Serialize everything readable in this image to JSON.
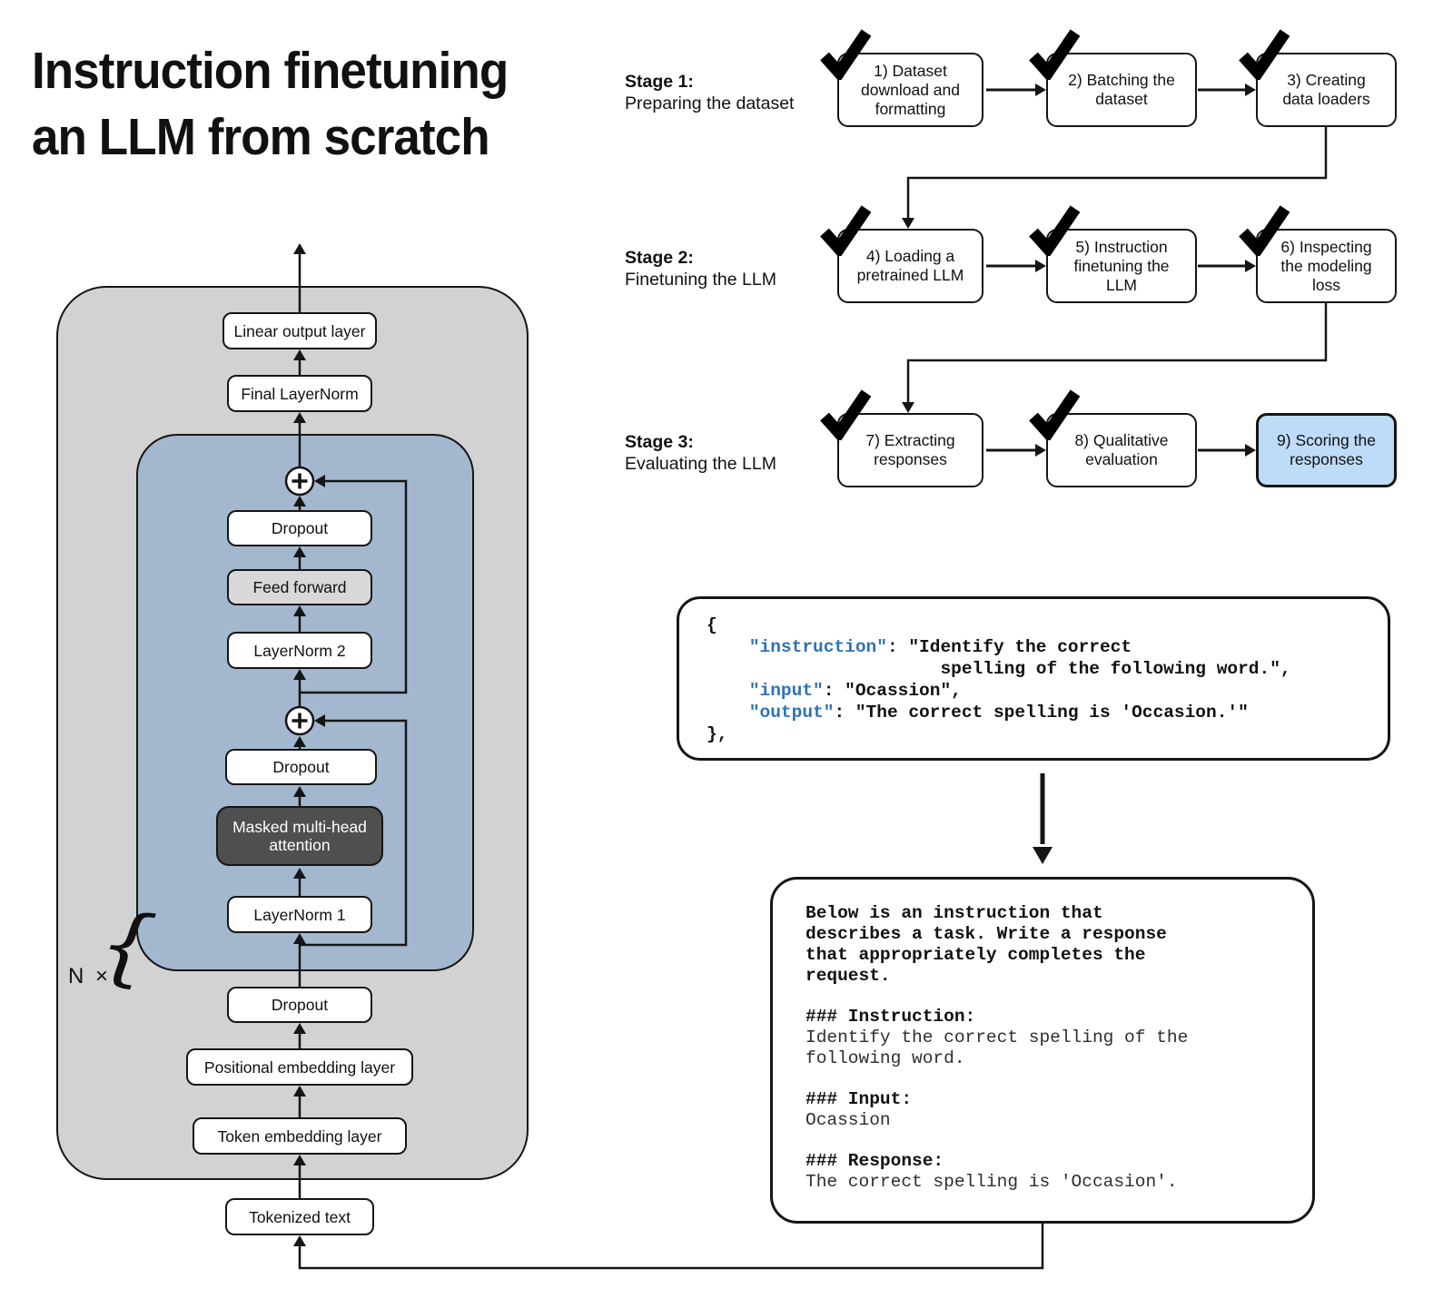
{
  "title": {
    "line1": "Instruction finetuning",
    "line2": "an LLM from scratch"
  },
  "stages": [
    {
      "label": "Stage 1:",
      "sublabel": "Preparing the dataset"
    },
    {
      "label": "Stage 2:",
      "sublabel": "Finetuning the LLM"
    },
    {
      "label": "Stage 3:",
      "sublabel": "Evaluating the LLM"
    }
  ],
  "flow_boxes": [
    {
      "label": "1) Dataset\ndownload and\nformatting",
      "checked": true,
      "highlighted": false
    },
    {
      "label": "2) Batching the\ndataset",
      "checked": true,
      "highlighted": false
    },
    {
      "label": "3) Creating\ndata loaders",
      "checked": true,
      "highlighted": false
    },
    {
      "label": "4) Loading a\npretrained LLM",
      "checked": true,
      "highlighted": false
    },
    {
      "label": "5) Instruction\nfinetuning the\nLLM",
      "checked": true,
      "highlighted": false
    },
    {
      "label": "6) Inspecting\nthe modeling\nloss",
      "checked": true,
      "highlighted": false
    },
    {
      "label": "7) Extracting\nresponses",
      "checked": true,
      "highlighted": false
    },
    {
      "label": "8) Qualitative\nevaluation",
      "checked": true,
      "highlighted": false
    },
    {
      "label": "9) Scoring the\nresponses",
      "checked": false,
      "highlighted": true
    }
  ],
  "architecture": {
    "boxes": {
      "linear_output": "Linear output layer",
      "final_layernorm": "Final LayerNorm",
      "dropout_top": "Dropout",
      "feed_forward": "Feed forward",
      "layernorm_2": "LayerNorm 2",
      "dropout_mid": "Dropout",
      "masked_attention": "Masked multi-head\nattention",
      "layernorm_1": "LayerNorm 1",
      "dropout_bottom": "Dropout",
      "positional_embedding": "Positional embedding layer",
      "token_embedding": "Token embedding layer",
      "tokenized_text": "Tokenized text"
    },
    "repeat_label": "N ×",
    "brace": "{",
    "plus": "+"
  },
  "json_example": {
    "line_open": "{",
    "indent": "    ",
    "instruction_key": "\"instruction\"",
    "instruction_value_1": ": \"Identify the correct",
    "instruction_value_2": "                      spelling of the following word.\",",
    "input_key": "\"input\"",
    "input_value": ": \"Ocassion\",",
    "output_key": "\"output\"",
    "output_value": ": \"The correct spelling is 'Occasion.'\"",
    "line_close": "},"
  },
  "prompt_example": {
    "intro": "Below is an instruction that\ndescribes a task. Write a response\nthat appropriately completes the\nrequest.",
    "instruction_header": "### Instruction:",
    "instruction_text": "Identify the correct spelling of the\nfollowing word.",
    "input_header": "### Input:",
    "input_text": "Ocassion",
    "response_header": "### Response:",
    "response_text": "The correct spelling is 'Occasion'."
  },
  "colors": {
    "outer_block": "#d2d2d2",
    "transformer_block": "#a3b8cf",
    "attention_box": "#4f4f4f",
    "feed_forward_box": "#d8d8d8",
    "highlight_box": "#bedcf7",
    "json_key_blue": "#2f73b4"
  }
}
